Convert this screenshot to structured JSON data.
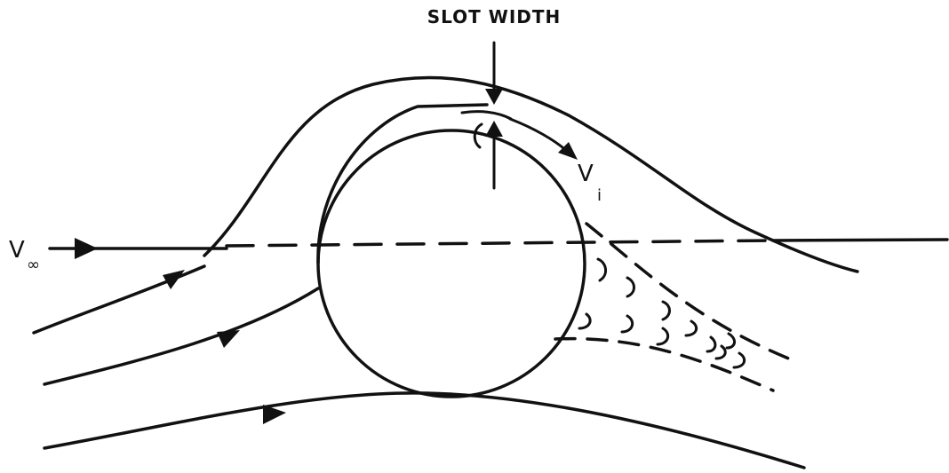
{
  "labels": {
    "slot_width": "SLOT WIDTH",
    "free_stream_velocity": "V",
    "free_stream_subscript": "∞",
    "jet_velocity": "V",
    "jet_subscript": "i"
  }
}
